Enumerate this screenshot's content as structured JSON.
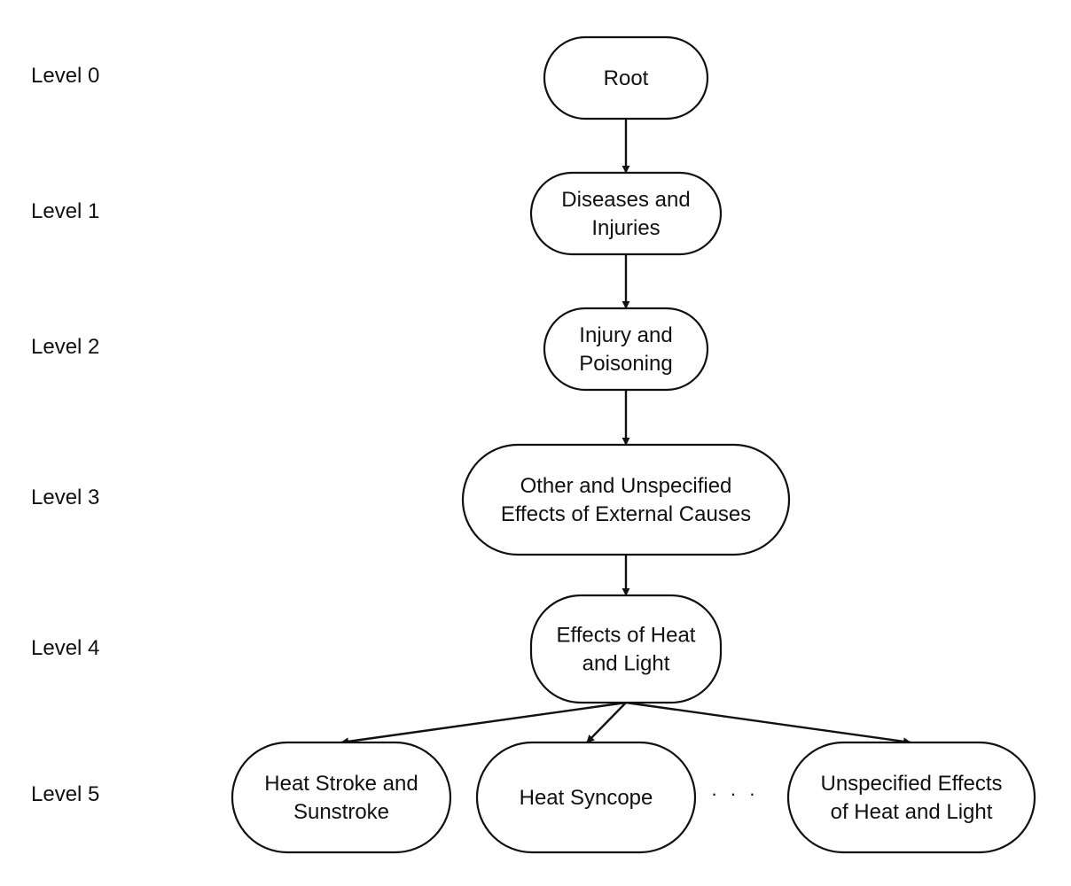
{
  "levels": [
    "Level 0",
    "Level 1",
    "Level 2",
    "Level 3",
    "Level 4",
    "Level 5"
  ],
  "nodes": [
    {
      "id": "root",
      "level": 0,
      "lines": [
        "Root"
      ]
    },
    {
      "id": "diseases-and-injuries",
      "level": 1,
      "lines": [
        "Diseases and",
        "Injuries"
      ]
    },
    {
      "id": "injury-and-poisoning",
      "level": 2,
      "lines": [
        "Injury and",
        "Poisoning"
      ]
    },
    {
      "id": "other-unspecified-effects",
      "level": 3,
      "lines": [
        "Other and Unspecified",
        "Effects of External Causes"
      ]
    },
    {
      "id": "effects-of-heat-and-light",
      "level": 4,
      "lines": [
        "Effects of Heat",
        "and Light"
      ]
    },
    {
      "id": "heat-stroke-and-sunstroke",
      "level": 5,
      "lines": [
        "Heat Stroke and",
        "Sunstroke"
      ]
    },
    {
      "id": "heat-syncope",
      "level": 5,
      "lines": [
        "Heat Syncope"
      ]
    },
    {
      "id": "unspecified-effects-heat-light",
      "level": 5,
      "lines": [
        "Unspecified Effects",
        "of Heat and Light"
      ]
    }
  ],
  "edges": [
    {
      "from": "root",
      "to": "diseases-and-injuries"
    },
    {
      "from": "diseases-and-injuries",
      "to": "injury-and-poisoning"
    },
    {
      "from": "injury-and-poisoning",
      "to": "other-unspecified-effects"
    },
    {
      "from": "other-unspecified-effects",
      "to": "effects-of-heat-and-light"
    },
    {
      "from": "effects-of-heat-and-light",
      "to": "heat-stroke-and-sunstroke"
    },
    {
      "from": "effects-of-heat-and-light",
      "to": "heat-syncope"
    },
    {
      "from": "effects-of-heat-and-light",
      "to": "unspecified-effects-heat-light"
    }
  ],
  "ellipsis": "· · ·"
}
